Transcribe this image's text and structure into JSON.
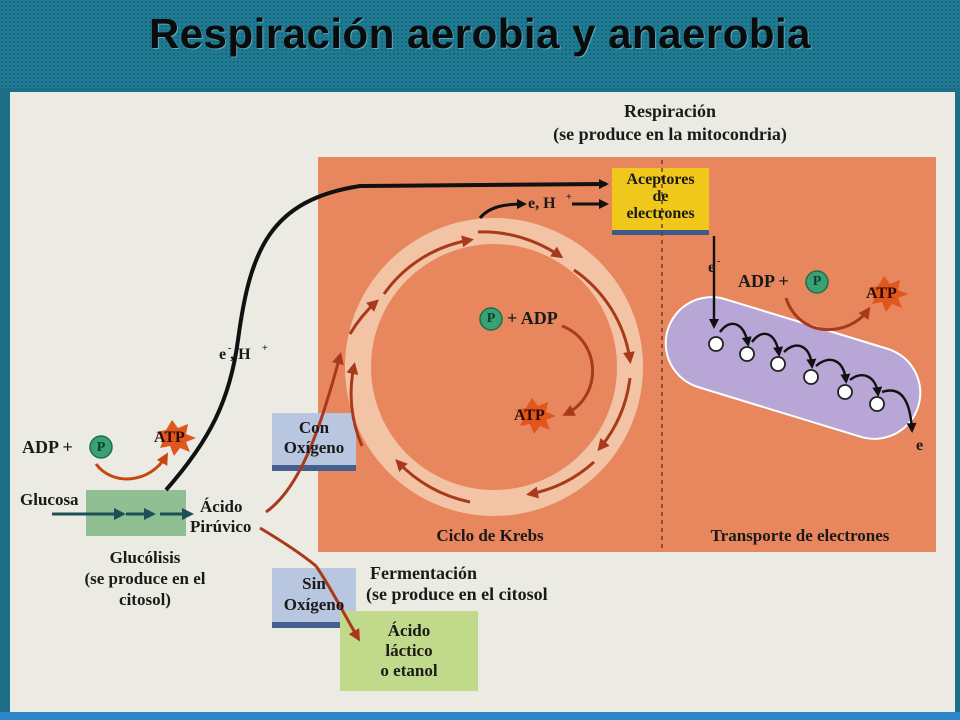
{
  "title": "Respiración aerobia y anaerobia",
  "labels": {
    "respiracion": "Respiración",
    "respiracion_sub": "(se produce en la mitocondria)",
    "aceptores_1": "Aceptores",
    "aceptores_2": "de",
    "aceptores_3": "electrones",
    "eh_top": "e, H",
    "eh_left": "e , H",
    "e_minus": "e",
    "adp_p_right": "ADP +",
    "p_symbol": "P",
    "atp": "ATP",
    "p_adp": "+ ADP",
    "e_end": "e",
    "adp_p_left": "ADP +",
    "con_1": "Con",
    "con_2": "Oxígeno",
    "sin_1": "Sin",
    "sin_2": "Oxígeno",
    "glucosa": "Glucosa",
    "acido_piruvico_1": "Ácido",
    "acido_piruvico_2": "Pirúvico",
    "glucolisis_1": "Glucólisis",
    "glucolisis_2": "(se produce en el",
    "glucolisis_3": "citosol)",
    "ciclo_krebs": "Ciclo de Krebs",
    "transporte": "Transporte de electrones",
    "fermentacion_1": "Fermentación",
    "fermentacion_2": "(se produce en el citosol",
    "lactico_1": "Ácido",
    "lactico_2": "láctico",
    "lactico_3": "o etanol",
    "superscript_minus": "-",
    "superscript_plus": "+"
  },
  "colors": {
    "header": "#1f7a93",
    "mitochondria_panel": "#e8875d",
    "acceptor_box": "#f0c81b",
    "oxygen_box": "#b9c6e0",
    "lactic_box": "#c1d98a",
    "glycolysis_box": "#8fbf93",
    "membrane": "#b7a6d6",
    "arrow_dark": "#111111",
    "arrow_red": "#a8391a",
    "phosphate": "#3aa076"
  },
  "icons": [
    "phosphate-circle-icon",
    "atp-starburst-icon",
    "electron-carrier-icon"
  ]
}
